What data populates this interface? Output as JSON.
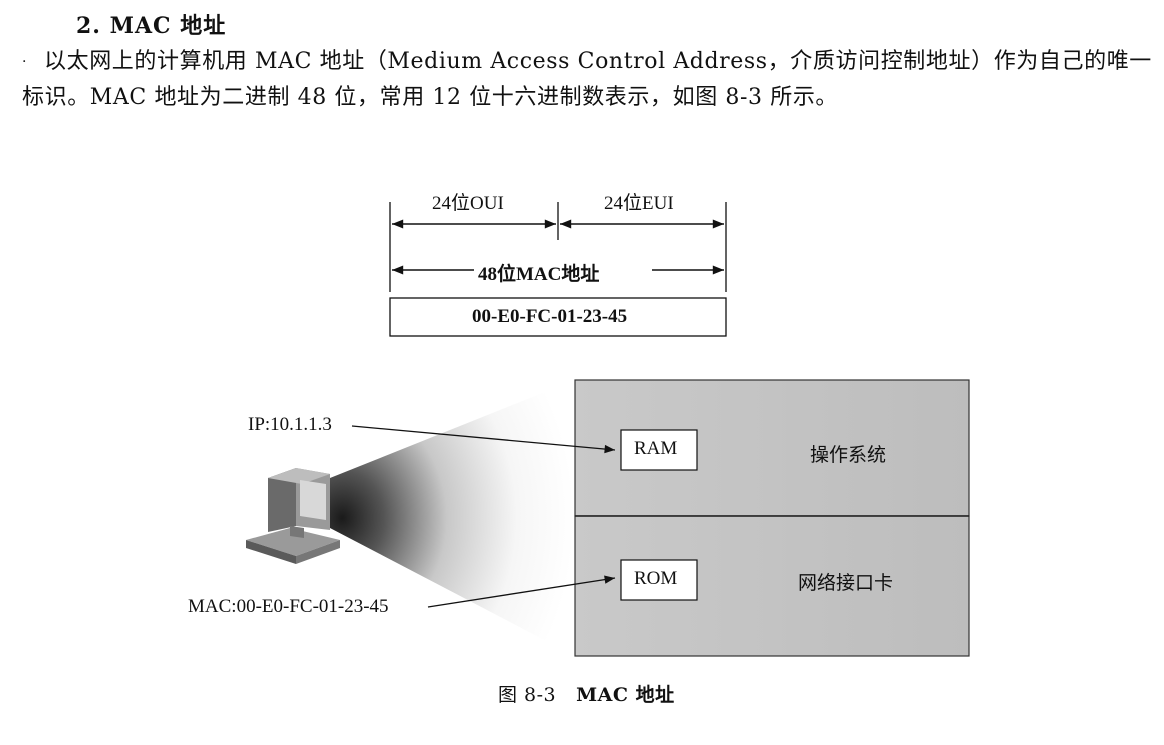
{
  "section": {
    "heading": "2. MAC 地址",
    "paragraph": "以太网上的计算机用 MAC 地址（Medium Access Control Address，介质访问控制地址）作为自己的唯一标识。MAC 地址为二进制 48 位，常用 12 位十六进制数表示，如图 8-3 所示。"
  },
  "figure": {
    "oui_label": "24位OUI",
    "eui_label": "24位EUI",
    "mac_bits_label": "48位MAC地址",
    "mac_example": "00-E0-FC-01-23-45",
    "ip_label": "IP:10.1.1.3",
    "mac_label": "MAC:00-E0-FC-01-23-45",
    "ram_label": "RAM",
    "rom_label": "ROM",
    "os_label": "操作系统",
    "nic_label": "网络接口卡",
    "caption_number": "图 8-3",
    "caption_title": "MAC 地址"
  }
}
